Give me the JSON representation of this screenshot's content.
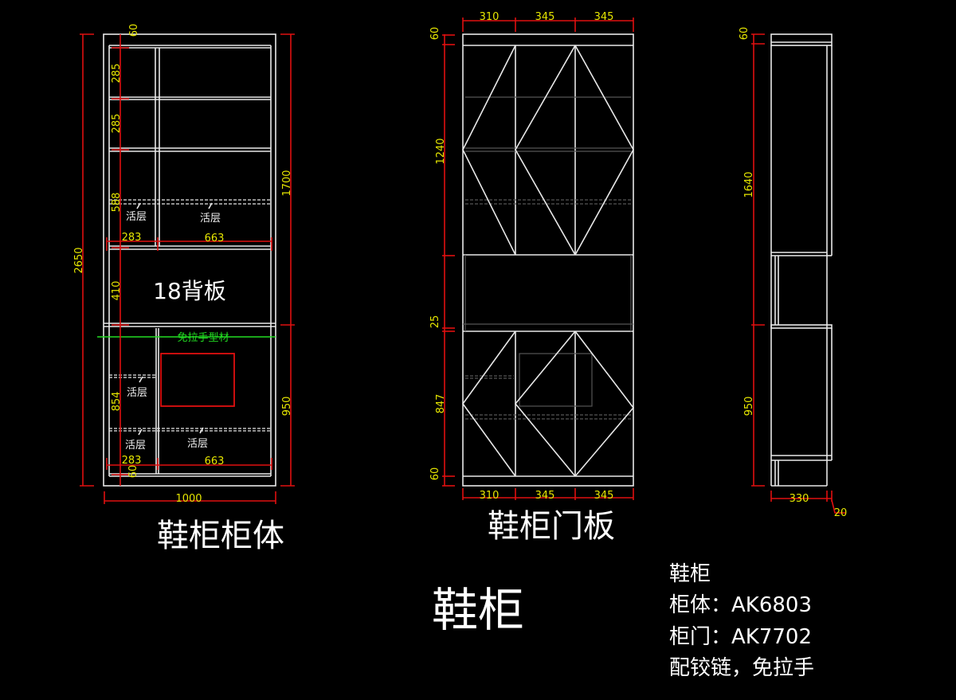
{
  "colors": {
    "background": "#000000",
    "lines": "#e8e8e8",
    "dimension_lines": "#e01010",
    "dimension_text": "#e6e600",
    "profile_line": "#22dd22"
  },
  "body_view": {
    "title": "鞋柜柜体",
    "back_panel_label": "18背板",
    "handle_profile_label": "免拉手型材",
    "loose_shelf_label": "活层",
    "dims": {
      "total_height": "2650",
      "top": "60",
      "s1": "285",
      "s2": "285",
      "s3": "588",
      "s4": "410",
      "s5": "854",
      "bottom": "60",
      "upper_height": "1700",
      "lower_height": "950",
      "w_left_upper": "283",
      "w_right_upper": "663",
      "w_left_lower": "283",
      "w_right_lower": "663",
      "total_width": "1000"
    }
  },
  "door_view": {
    "title": "鞋柜门板",
    "dims": {
      "top_w1": "310",
      "top_w2": "345",
      "top_w3": "345",
      "bot_w1": "310",
      "bot_w2": "345",
      "bot_w3": "345",
      "top": "60",
      "upper_door": "1240",
      "gap": "25",
      "lower_door": "847",
      "bottom": "60"
    }
  },
  "side_view": {
    "dims": {
      "top": "60",
      "upper": "1640",
      "lower": "950",
      "depth": "330",
      "door_thickness": "20"
    }
  },
  "main_title": "鞋柜",
  "notes": [
    "鞋柜",
    "柜体：AK6803",
    "柜门：AK7702",
    "配铰链，免拉手"
  ]
}
